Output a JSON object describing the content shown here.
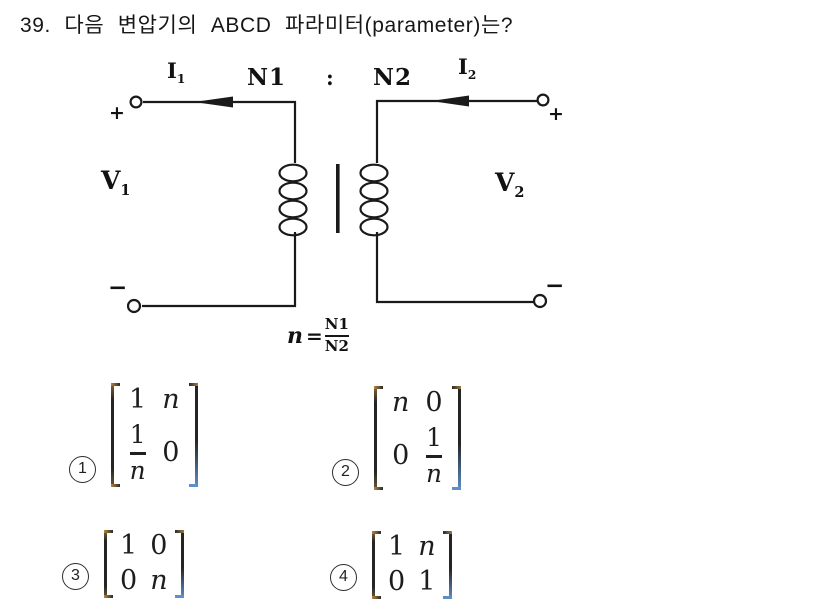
{
  "question": {
    "title": "39. 다음 변압기의 ABCD 파라미터(parameter)는?"
  },
  "circuit": {
    "ink_color": "#1a1a1a",
    "labels": {
      "i1": {
        "base": "I",
        "sub": "1"
      },
      "n1": "N1",
      "colon": ":",
      "n2": "N2",
      "i2": {
        "base": "I",
        "sub": "2"
      },
      "v1": {
        "base": "V",
        "sub": "1"
      },
      "v2": {
        "base": "V",
        "sub": "2"
      },
      "plus": "+",
      "minus": "−"
    },
    "formula": {
      "lhs": "n",
      "eq": "=",
      "num": "N1",
      "den": "N2"
    }
  },
  "answers": [
    {
      "number": "1",
      "matrix": {
        "rows": [
          [
            {
              "t": "plain",
              "v": "1"
            },
            {
              "t": "plain",
              "v": "n",
              "i": true
            }
          ],
          [
            {
              "t": "frac",
              "num": "1",
              "den": "n",
              "di": true
            },
            {
              "t": "plain",
              "v": "0"
            }
          ]
        ]
      }
    },
    {
      "number": "2",
      "matrix": {
        "rows": [
          [
            {
              "t": "plain",
              "v": "n",
              "i": true
            },
            {
              "t": "plain",
              "v": "0"
            }
          ],
          [
            {
              "t": "plain",
              "v": "0"
            },
            {
              "t": "frac",
              "num": "1",
              "den": "n",
              "di": true
            }
          ]
        ]
      }
    },
    {
      "number": "3",
      "matrix": {
        "rows": [
          [
            {
              "t": "plain",
              "v": "1"
            },
            {
              "t": "plain",
              "v": "0"
            }
          ],
          [
            {
              "t": "plain",
              "v": "0"
            },
            {
              "t": "plain",
              "v": "n",
              "i": true
            }
          ]
        ]
      }
    },
    {
      "number": "4",
      "matrix": {
        "rows": [
          [
            {
              "t": "plain",
              "v": "1"
            },
            {
              "t": "plain",
              "v": "n",
              "i": true
            }
          ],
          [
            {
              "t": "plain",
              "v": "0"
            },
            {
              "t": "plain",
              "v": "1"
            }
          ]
        ]
      }
    }
  ]
}
